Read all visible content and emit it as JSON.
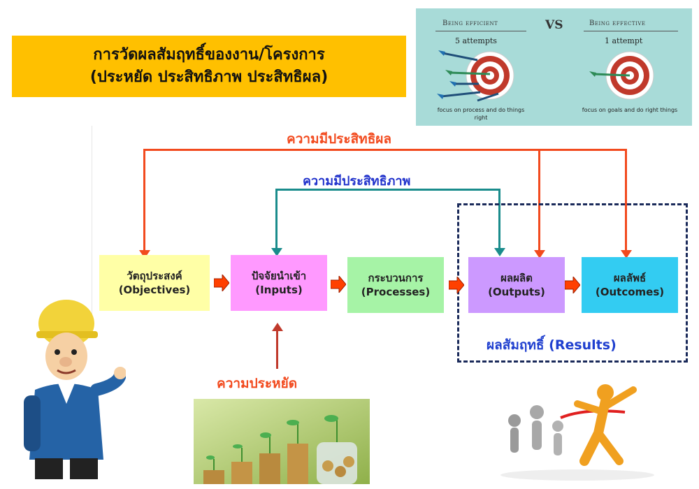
{
  "title": {
    "line1": "การวัดผลสัมฤทธิ์ของงาน/โครงการ",
    "line2": "(ประหยัด ประสิทธิภาพ ประสิทธิผล)"
  },
  "comparison": {
    "left_heading": "Being efficient",
    "vs": "VS",
    "right_heading": "Being effective",
    "left_attempts": "5 attempts",
    "right_attempts": "1 attempt",
    "left_caption": "focus on process and do things right",
    "right_caption": "focus on goals and do right things"
  },
  "labels": {
    "effectiveness": "ความมีประสิทธิผล",
    "efficiency": "ความมีประสิทธิภาพ",
    "economy": "ความประหยัด",
    "results": "ผลสัมฤทธิ์ (Results)"
  },
  "boxes": [
    {
      "thai": "วัตถุประสงค์",
      "en": "(Objectives)",
      "color": "#ffffa6"
    },
    {
      "thai": "ปัจจัยนำเข้า",
      "en": "(Inputs)",
      "color": "#ff99ff"
    },
    {
      "thai": "กระบวนการ",
      "en": "(Processes)",
      "color": "#a6f3a6"
    },
    {
      "thai": "ผลผลิต",
      "en": "(Outputs)",
      "color": "#cc99ff"
    },
    {
      "thai": "ผลลัพธ์",
      "en": "(Outcomes)",
      "color": "#33ccf2"
    }
  ],
  "colors": {
    "effectiveness": "#f24a1e",
    "efficiency": "#1a8c8c",
    "efficiency_label": "#2233cc",
    "results_label": "#1f3fcf",
    "results_border": "#1a2a5a",
    "flow_arrow": "#ff4000",
    "economy_arrow": "#c0392b"
  }
}
